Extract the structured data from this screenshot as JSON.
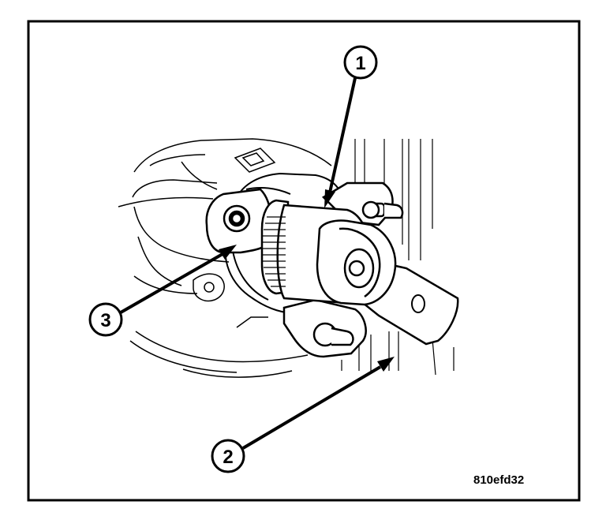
{
  "figure": {
    "callouts": [
      {
        "number": "1"
      },
      {
        "number": "2"
      },
      {
        "number": "3"
      }
    ],
    "figure_id": "810efd32"
  }
}
